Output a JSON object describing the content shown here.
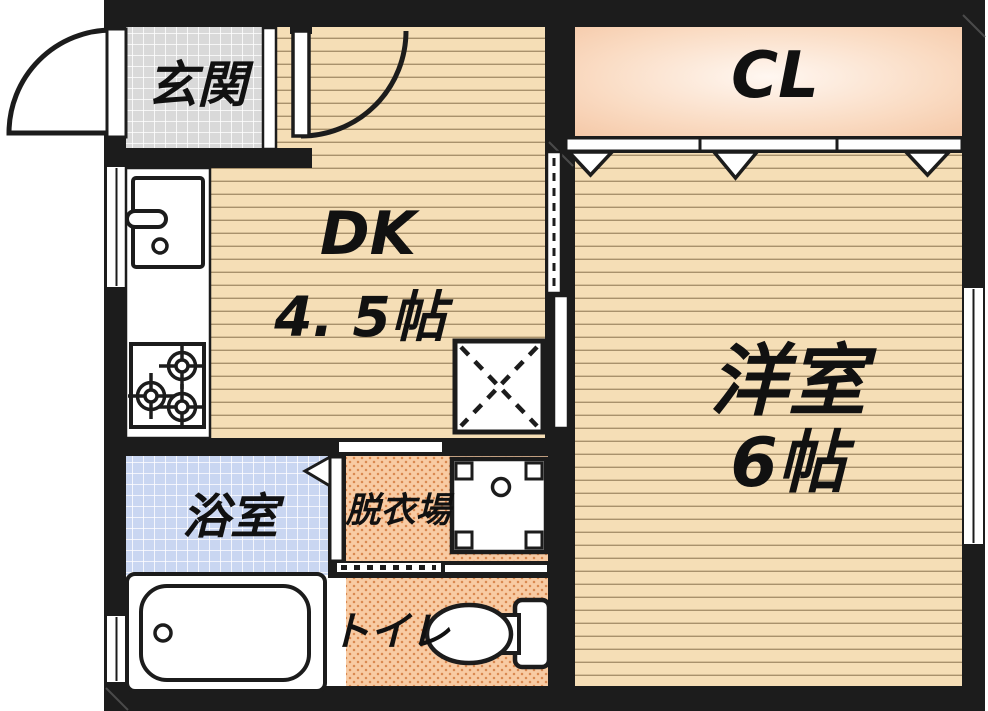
{
  "plan": {
    "rooms": {
      "genkan": {
        "label": "玄関"
      },
      "closet": {
        "label": "CL"
      },
      "dining_kitchen": {
        "label": "DK",
        "size": "4. 5帖"
      },
      "western_room": {
        "label": "洋室",
        "size": "6帖"
      },
      "bathroom": {
        "label": "浴室"
      },
      "dressing_room": {
        "label": "脱衣場"
      },
      "toilet": {
        "label": "トイレ"
      }
    },
    "colors": {
      "wall": "#1c1c1c",
      "ink": "#111111",
      "wood": "#f5deb6",
      "woodLine": "#a8916c",
      "genkanTile": "#d9d9d9",
      "bathTile": "#c9d6f1",
      "vinylBg": "#f8cba3",
      "vinylDot": "#d9884f",
      "clCenter": "#fff7f1",
      "clMid": "#fadcc4",
      "clEdge": "#f4c4a1",
      "fixture": "#ffffff"
    }
  }
}
